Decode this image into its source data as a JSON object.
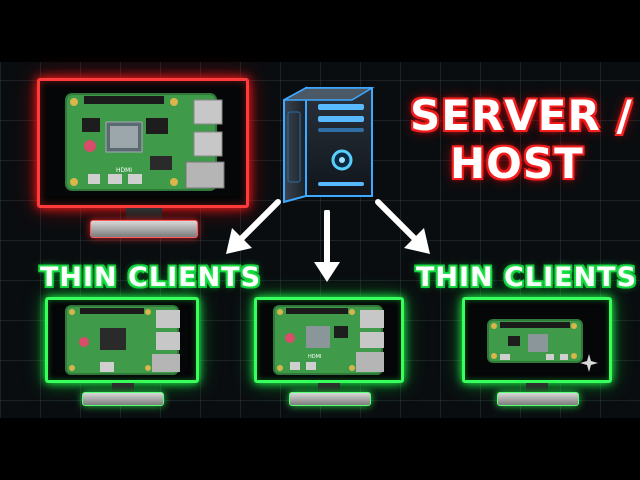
{
  "titles": {
    "server_line1": "SERVER /",
    "server_line2": "HOST",
    "thin_clients_left": "THIN CLIENTS",
    "thin_clients_right": "THIN CLIENTS"
  },
  "boards": {
    "server_board_label": "HDMI",
    "client_center_label": "HDMI"
  },
  "icons": {
    "server": "server-tower-icon",
    "arrows": "arrow-down-icon",
    "sparkle": "sparkle-icon"
  },
  "colors": {
    "server_glow": "#ff3b3b",
    "client_glow": "#37ff5b",
    "tower_glow": "#3fa8ff",
    "board_green": "#3f9a4a",
    "arrow": "#ffffff"
  }
}
